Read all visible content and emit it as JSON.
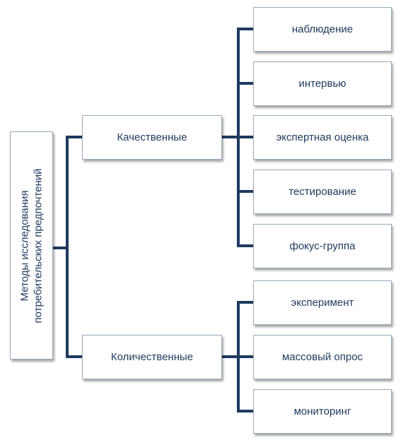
{
  "diagram": {
    "root": {
      "line1": "Методы исследования",
      "line2": "потребительских предпочтений"
    },
    "branches": [
      {
        "label": "Качественные",
        "children": [
          "наблюдение",
          "интервью",
          "экспертная оценка",
          "тестирование",
          "фокус-группа"
        ]
      },
      {
        "label": "Количественные",
        "children": [
          "эксперимент",
          "массовый опрос",
          "мониторинг"
        ]
      }
    ]
  },
  "colors": {
    "connector": "#1f3a5f",
    "text": "#1f3a5f",
    "box_border": "#9aa8b8"
  }
}
